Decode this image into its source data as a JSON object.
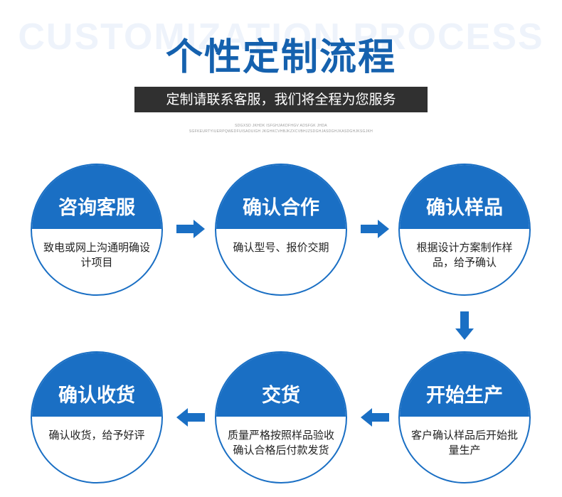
{
  "header": {
    "bg_text": "CUSTOMIZATION PROCESS",
    "title": "个性定制流程",
    "subtitle": "定制请联系客服，我们将全程为您服务",
    "fine_line_1": "SDGXSD JKHDK ISFGHJAKDFHGV ADSFGK JHDA",
    "fine_line_2": "SGFKEURTYIUERPQWEDFUISADUIGH JKGHKCVHBJKZXCVBHJZSDGHJASDGHJKASDGHJKSGJKH"
  },
  "steps": [
    {
      "title": "咨询客服",
      "desc": "致电或网上沟通明确设计项目"
    },
    {
      "title": "确认合作",
      "desc": "确认型号、报价交期"
    },
    {
      "title": "确认样品",
      "desc": "根据设计方案制作样品，给予确认"
    },
    {
      "title": "开始生产",
      "desc": "客户确认样品后开始批量生产"
    },
    {
      "title": "交货",
      "desc": "质量严格按照样品验收确认合格后付款发货"
    },
    {
      "title": "确认收货",
      "desc": "确认收货，给予好评"
    }
  ],
  "colors": {
    "accent": "#1a6fc4",
    "title": "#1561ae",
    "subtitle_bg": "#303030"
  }
}
